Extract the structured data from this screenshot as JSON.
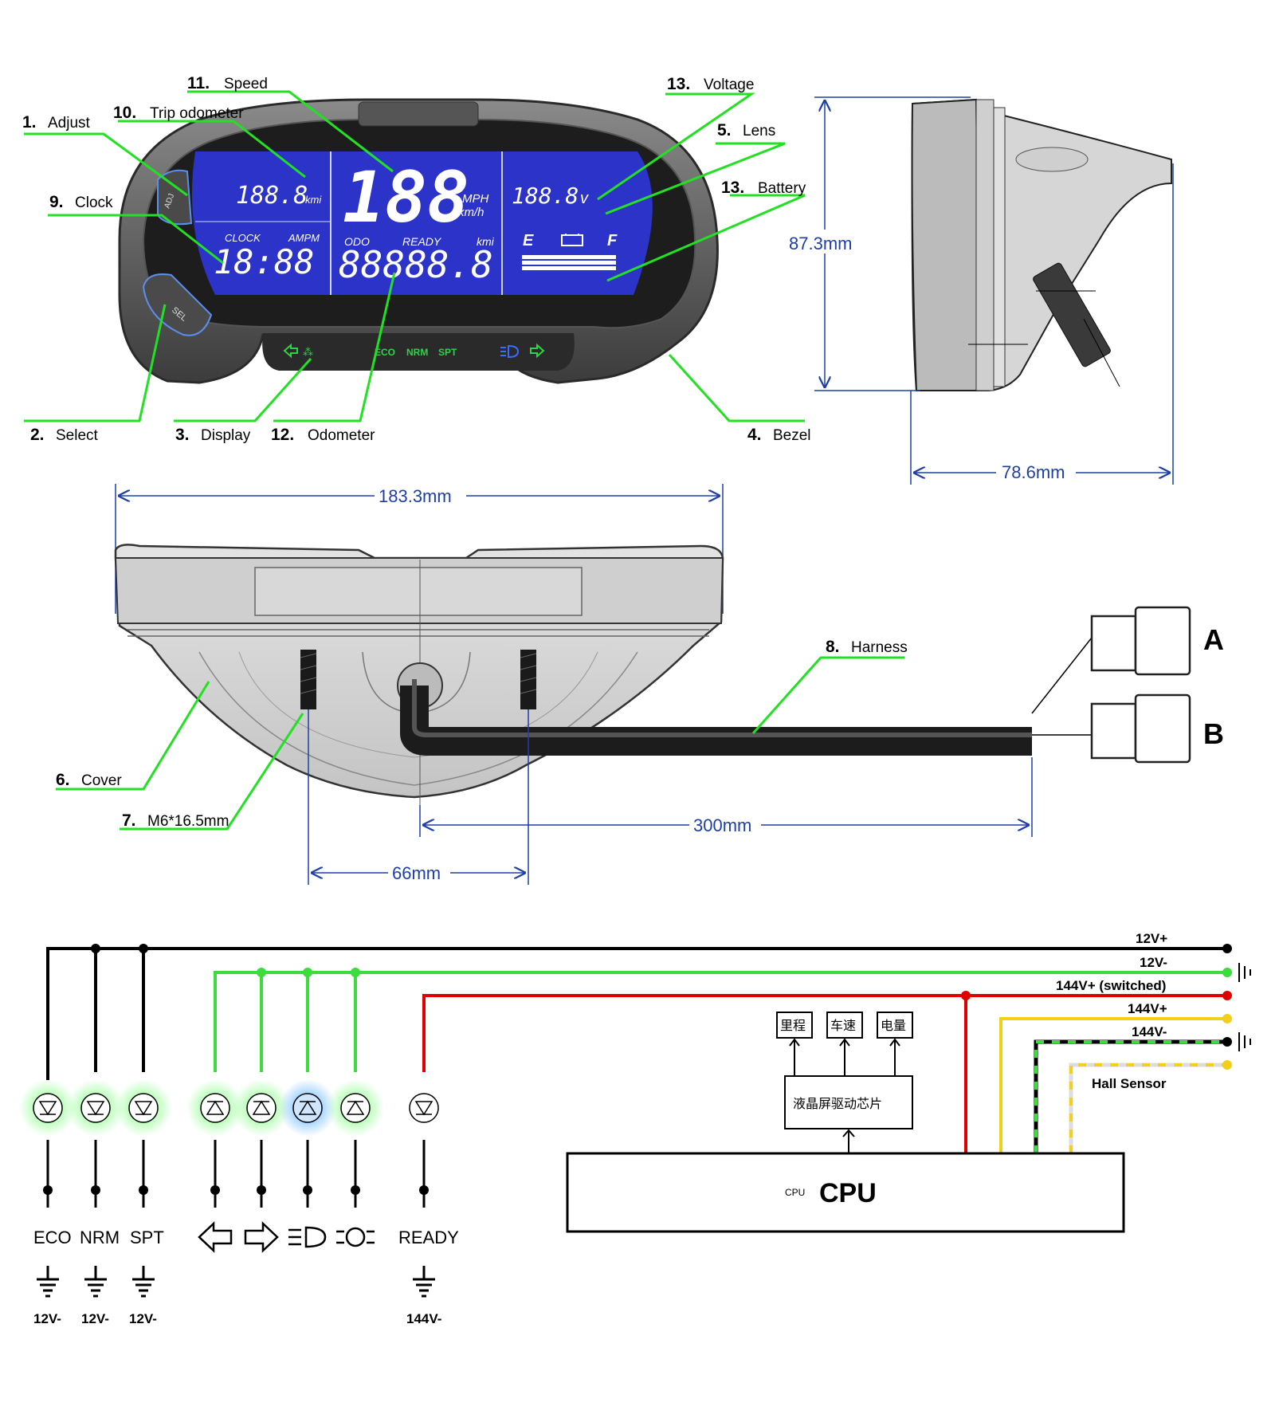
{
  "callouts": [
    {
      "num": "1.",
      "label": "Adjust"
    },
    {
      "num": "10.",
      "label": "Trip odometer"
    },
    {
      "num": "11.",
      "label": "Speed"
    },
    {
      "num": "9.",
      "label": "Clock"
    },
    {
      "num": "13.",
      "label": "Voltage"
    },
    {
      "num": "5.",
      "label": "Lens"
    },
    {
      "num": "13.",
      "label": "Battery"
    },
    {
      "num": "2.",
      "label": "Select"
    },
    {
      "num": "3.",
      "label": "Display"
    },
    {
      "num": "12.",
      "label": "Odometer"
    },
    {
      "num": "4.",
      "label": "Bezel"
    },
    {
      "num": "8.",
      "label": "Harness"
    },
    {
      "num": "6.",
      "label": "Cover"
    },
    {
      "num": "7.",
      "label": "M6*16.5mm"
    }
  ],
  "dimensions": {
    "height": "87.3mm",
    "depth": "78.6mm",
    "width": "183.3mm",
    "cable": "300mm",
    "bolt_spacing": "66mm"
  },
  "connectors": {
    "a": "A",
    "b": "B"
  },
  "lcd": {
    "trip": "188.8",
    "trip_unit": "kmi",
    "speed": "188",
    "speed_units_1": "MPH",
    "speed_units_2": "km/h",
    "voltage": "188.8",
    "voltage_unit": "v",
    "clock_label": "CLOCK",
    "ampm_label": "AMPM",
    "clock": "18:88",
    "odo_label": "ODO",
    "ready_label": "READY",
    "odo_unit": "kmi",
    "odo": "88888.8",
    "fuel_e": "E",
    "fuel_f": "F"
  },
  "buttons": {
    "adjust": "ADJ",
    "select": "SEL"
  },
  "indicator_strip": {
    "eco": "ECO",
    "nrm": "NRM",
    "spt": "SPT"
  },
  "wiring": {
    "wires": [
      "12V+",
      "12V-",
      "144V+ (switched)",
      "144V+",
      "144V-",
      "Hall Sensor"
    ],
    "cpu_label": "CPU",
    "cpu_prefix": "CPU",
    "chip_label": "液晶屏驱动芯片",
    "sub_boxes": [
      "里程",
      "车速",
      "电量"
    ],
    "led_labels": [
      "ECO",
      "NRM",
      "SPT",
      "READY"
    ],
    "ground_labels": [
      "12V-",
      "12V-",
      "12V-",
      "144V-"
    ]
  },
  "colors": {
    "callout_line": "#22e022",
    "dimension": "#1e3fa8",
    "lcd_blue": "#2b33c9",
    "wire_black": "#000000",
    "wire_green": "#3bdc3b",
    "wire_red": "#e00000",
    "wire_yellow": "#f2cf1a"
  }
}
